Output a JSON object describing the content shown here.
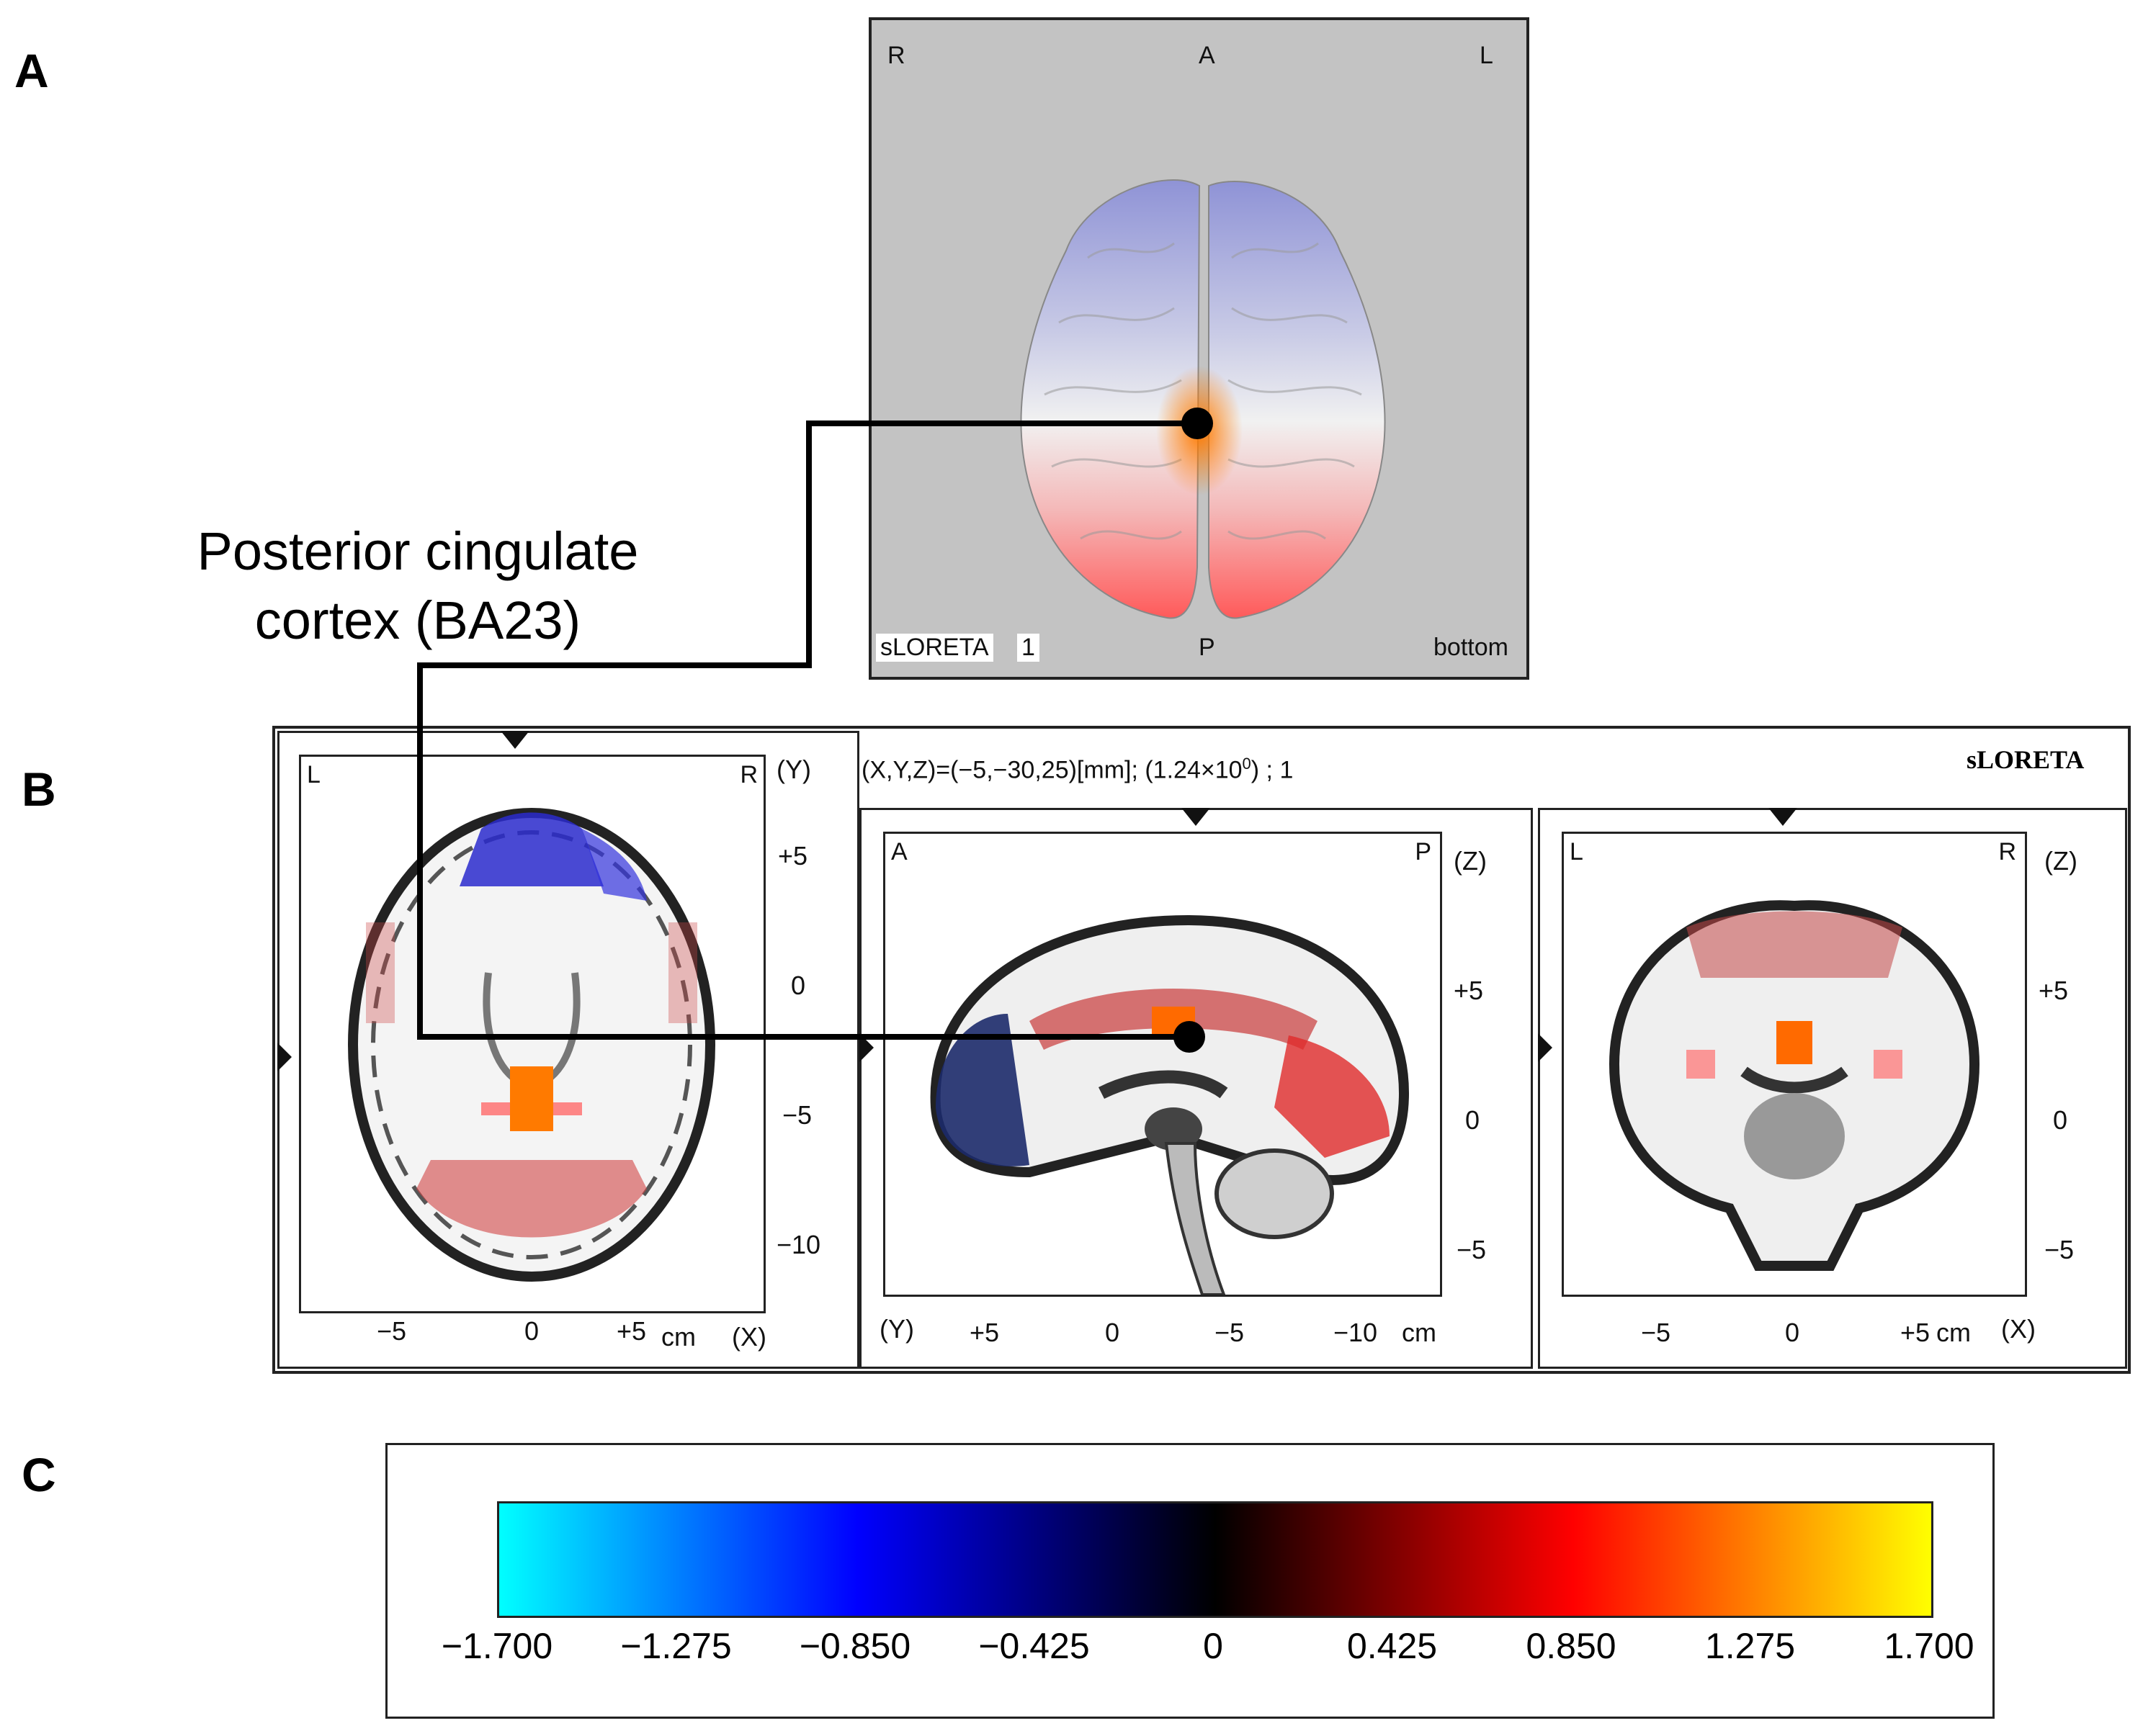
{
  "panels": {
    "a": "A",
    "b": "B",
    "c": "C"
  },
  "annotation": {
    "line1": "Posterior cingulate",
    "line2": "cortex (BA23)"
  },
  "panel_a": {
    "orient_top_left": "R",
    "orient_top_center": "A",
    "orient_top_right": "L",
    "method_label": "sLORETA",
    "frame_number": "1",
    "orient_bottom_center": "P",
    "view_label": "bottom"
  },
  "panel_b": {
    "coordinate_readout": "(X,Y,Z)=(−5,−30,25)[mm]; (1.24×10",
    "coordinate_exp": "0",
    "coordinate_suffix": ") ; 1",
    "method_label": "sLORETA",
    "axial": {
      "corner_left": "L",
      "corner_right": "R",
      "axis_y": "(Y)",
      "y_ticks": [
        "+5",
        "0",
        "−5",
        "−10"
      ],
      "x_ticks": [
        "−5",
        "0",
        "+5"
      ],
      "x_unit": "cm",
      "axis_x": "(X)"
    },
    "sagittal": {
      "corner_left": "A",
      "corner_right": "P",
      "axis_z": "(Z)",
      "z_ticks": [
        "+5",
        "0",
        "−5"
      ],
      "axis_y": "(Y)",
      "y_ticks": [
        "+5",
        "0",
        "−5",
        "−10"
      ],
      "y_unit": "cm"
    },
    "coronal": {
      "corner_left": "L",
      "corner_right": "R",
      "axis_z": "(Z)",
      "z_ticks": [
        "+5",
        "0",
        "−5"
      ],
      "x_ticks": [
        "−5",
        "0",
        "+5"
      ],
      "x_unit": "cm",
      "axis_x": "(X)"
    }
  },
  "colorbar": {
    "ticks": [
      "−1.700",
      "−1.275",
      "−0.850",
      "−0.425",
      "0",
      "0.425",
      "0.850",
      "1.275",
      "1.700"
    ],
    "colors": [
      "#00ffff",
      "#0000ff",
      "#000000",
      "#ff0000",
      "#ffff00"
    ]
  }
}
